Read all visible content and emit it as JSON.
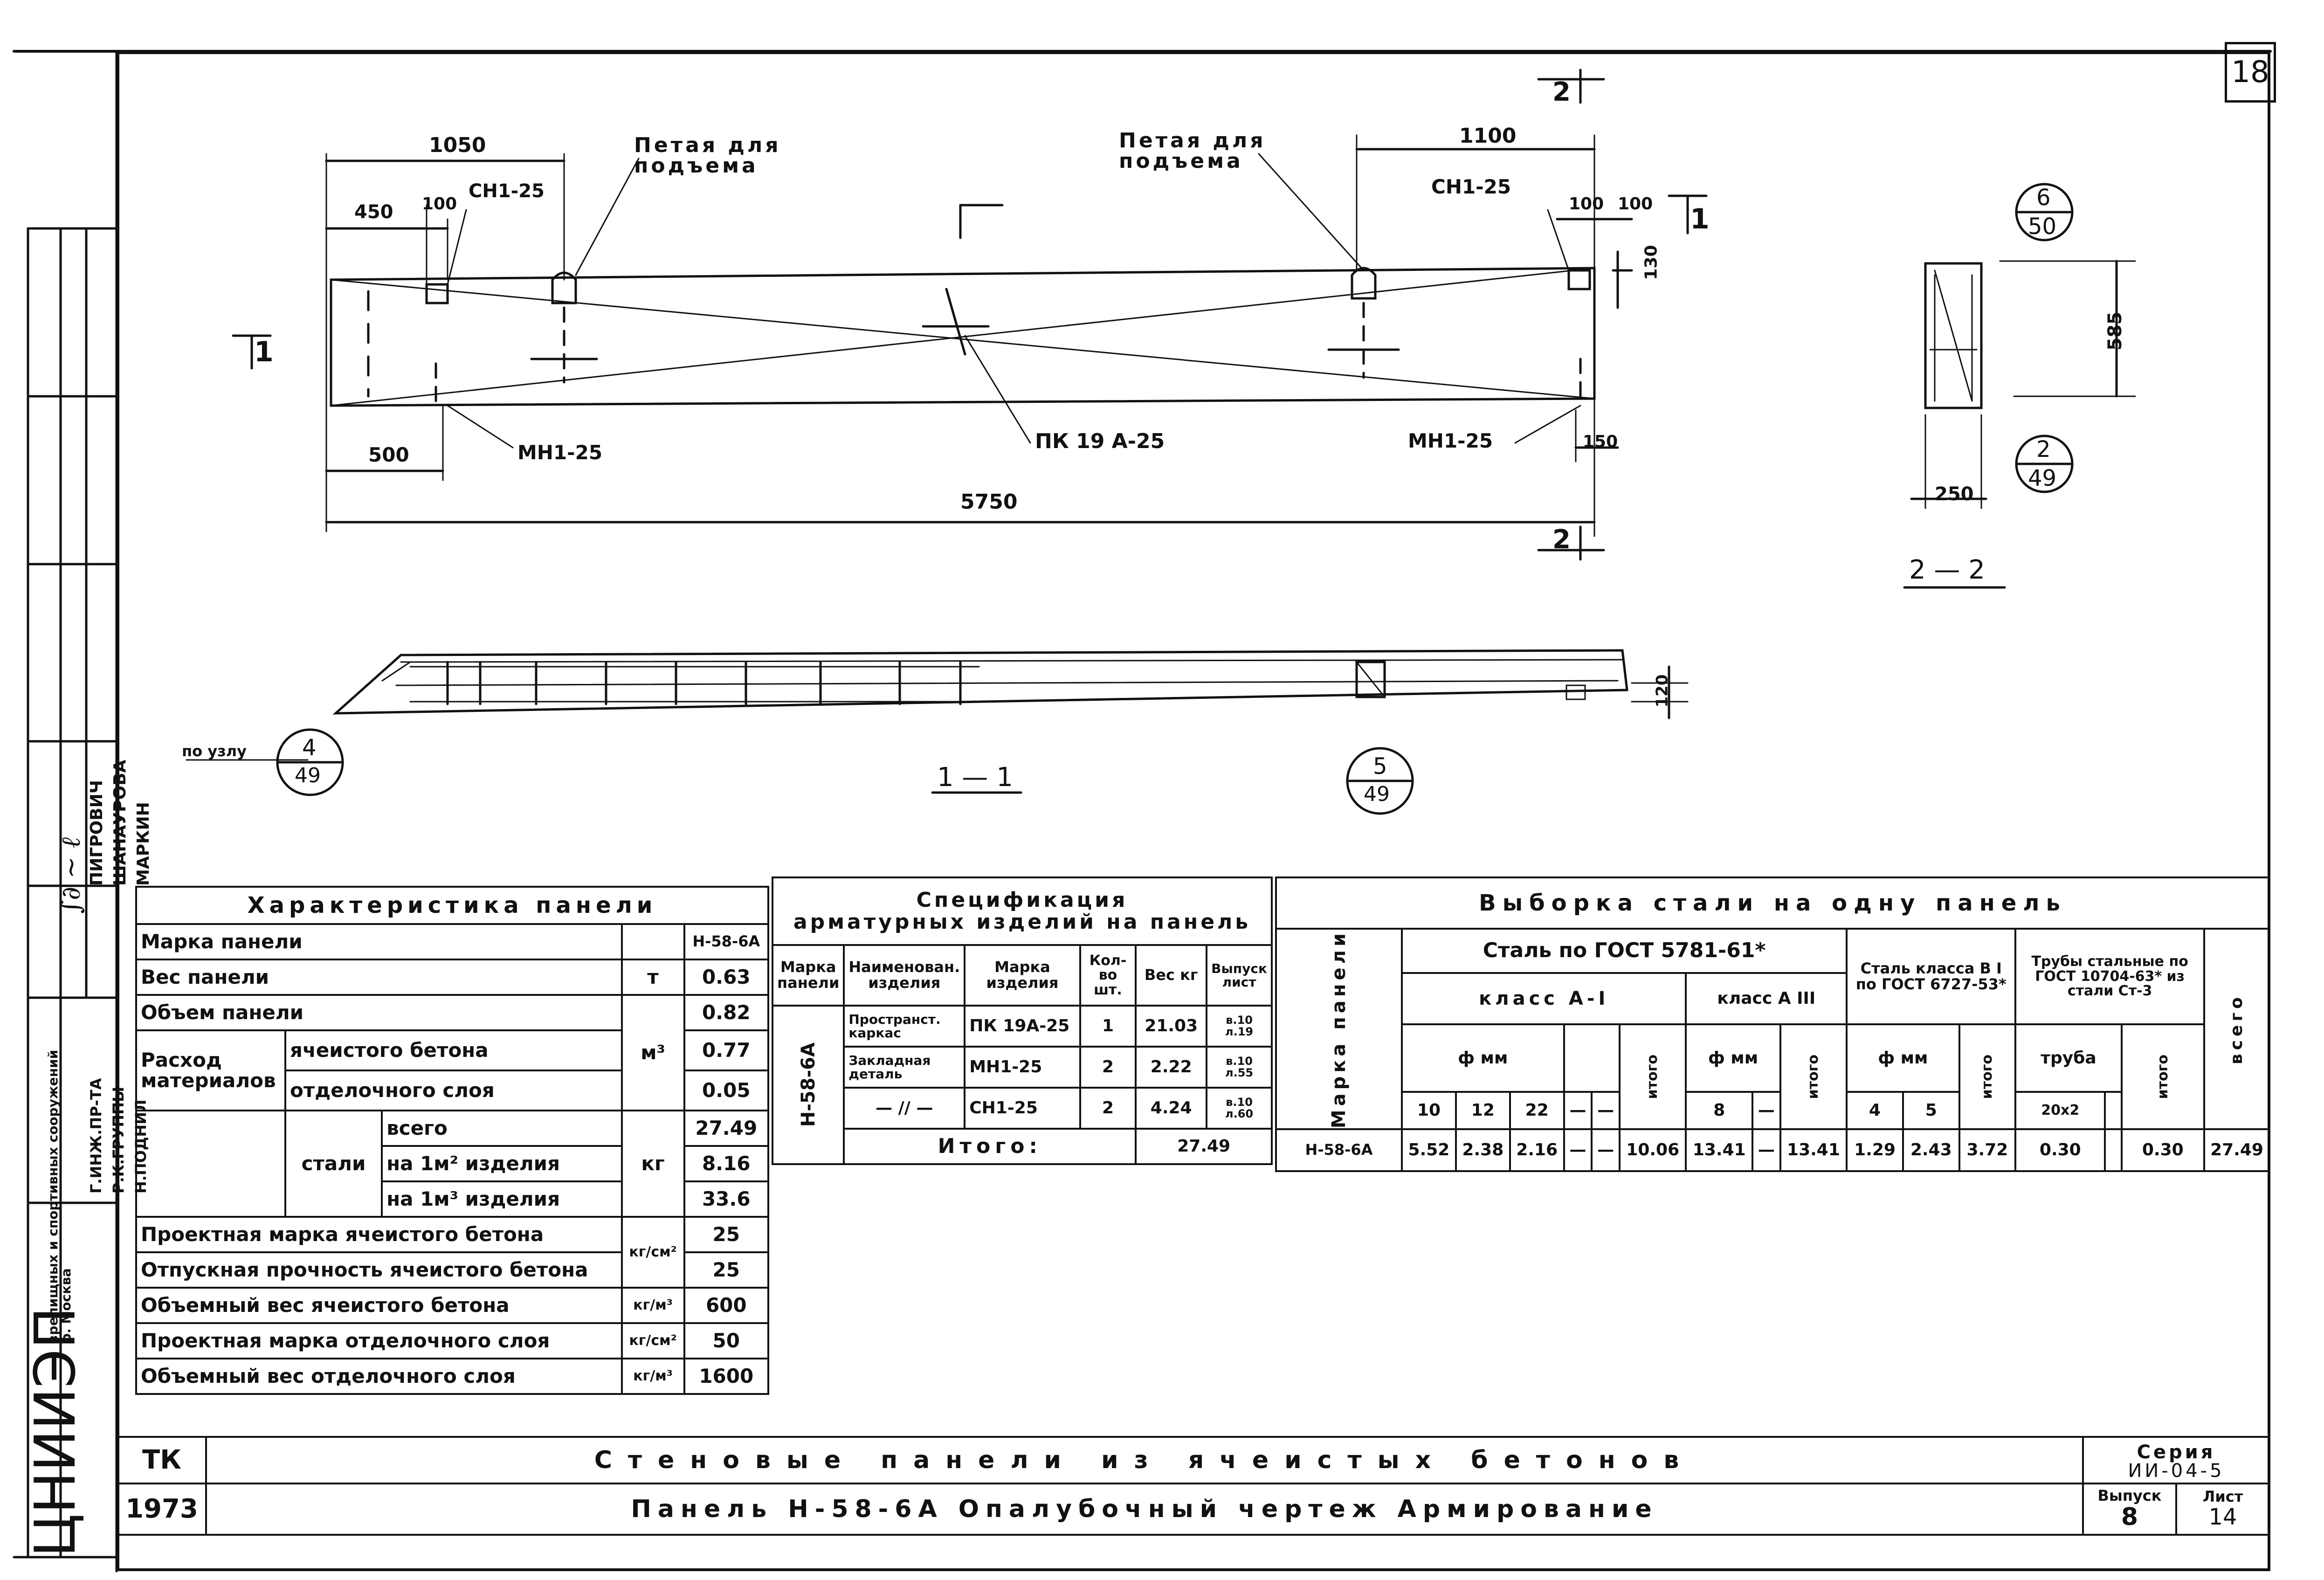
{
  "sheet": {
    "number": "18"
  },
  "plan": {
    "dims": {
      "d1050": "1050",
      "d450": "450",
      "d100a": "100",
      "d1100": "1100",
      "d100b": "100",
      "d100c": "100",
      "d130": "130",
      "d500": "500",
      "d150": "150",
      "d5750": "5750",
      "d120": "120"
    },
    "labels": {
      "petlya_left": "Петая для\nподъема",
      "petlya_right": "Петая для\nподъема",
      "sn_left": "СН1-25",
      "sn_right": "СН1-25",
      "mn_left": "МН1-25",
      "mn_right": "МН1-25",
      "pk": "ПК 19 А-25"
    },
    "section_marks": {
      "s1_left": "1",
      "s1_right": "1",
      "s2_top": "2",
      "s2_bottom": "2"
    }
  },
  "section_22": {
    "title": "2 — 2",
    "dim_585": "585",
    "dim_250": "250",
    "ref_top": {
      "num": "6",
      "den": "50"
    },
    "ref_bottom": {
      "num": "2",
      "den": "49"
    }
  },
  "section_11": {
    "title": "1 — 1",
    "node_label": "по узлу",
    "node_ref": {
      "num": "4",
      "den": "49"
    },
    "ref_5": {
      "num": "5",
      "den": "49"
    }
  },
  "signatures": {
    "roles": [
      "Г.ИНЖ.ПР-ТА",
      "Р.К.ГРУППЫ",
      "Н.ПОДНИЛ"
    ],
    "names": [
      "ПИГРОВИЧ",
      "ШАНАУРОВА",
      "МАРКИН"
    ],
    "org": "ЦНИИЭП",
    "org_sub": "зрелищных и спортивных сооружений\nр. Москва"
  },
  "characteristics": {
    "title": "Характеристика панели",
    "rows": [
      {
        "label": "Марка панели",
        "unit": "",
        "value": "Н-58-6А"
      },
      {
        "label": "Вес панели",
        "unit": "т",
        "value": "0.63"
      },
      {
        "label": "Объем панели",
        "unit": "",
        "value": "0.82"
      }
    ],
    "consumption_label": "Расход\nматериалов",
    "cons_rows": [
      {
        "sub": "ячеистого бетона",
        "unit": "м³",
        "value": "0.77"
      },
      {
        "sub": "отделочного слоя",
        "unit": "",
        "value": "0.05"
      }
    ],
    "steel_label": "стали",
    "steel_rows": [
      {
        "sub": "всего",
        "unit": "",
        "value": "27.49"
      },
      {
        "sub": "на 1м² изделия",
        "unit": "кг",
        "value": "8.16"
      },
      {
        "sub": "на 1м³ изделия",
        "unit": "",
        "value": "33.6"
      }
    ],
    "bottom_rows": [
      {
        "label": "Проектная марка ячеистого бетона",
        "unit": "кг/см²",
        "value": "25"
      },
      {
        "label": "Отпускная прочность ячеистого бетона",
        "unit": "",
        "value": "25"
      },
      {
        "label": "Объемный вес ячеистого бетона",
        "unit": "кг/м³",
        "value": "600"
      },
      {
        "label": "Проектная марка отделочного слоя",
        "unit": "кг/см²",
        "value": "50"
      },
      {
        "label": "Объемный вес отделочного слоя",
        "unit": "кг/м³",
        "value": "1600"
      }
    ]
  },
  "specification": {
    "title": "Спецификация\nарматурных изделий на панель",
    "headers": [
      "Марка панели",
      "Наименован. изделия",
      "Марка изделия",
      "Кол-во шт.",
      "Вес кг",
      "Выпуск лист"
    ],
    "panel_mark": "Н-58-6А",
    "rows": [
      {
        "name": "Пространст. каркас",
        "mark": "ПК 19А-25",
        "qty": "1",
        "weight": "21.03",
        "ref": "в.10 л.19"
      },
      {
        "name": "Закладная деталь",
        "mark": "МН1-25",
        "qty": "2",
        "weight": "2.22",
        "ref": "в.10 л.55"
      },
      {
        "name": "— // —",
        "mark": "СН1-25",
        "qty": "2",
        "weight": "4.24",
        "ref": "в.10 л.60"
      }
    ],
    "total_label": "Итого:",
    "total": "27.49"
  },
  "steel": {
    "title": "Выборка стали на одну панель",
    "h_mark": "Марка панели",
    "h_gost": "Сталь по ГОСТ 5781-61*",
    "h_class_a1": "класс А-I",
    "h_class_a3": "класс А III",
    "h_b1": "Сталь класса В I по ГОСТ 6727-53*",
    "h_pipes": "Трубы стальные по ГОСТ 10704-63* из стали Ст-3",
    "h_total": "всего",
    "h_dmm": "ф мм",
    "h_itogo": "итого",
    "h_truba": "труба",
    "diams_a1": [
      "10",
      "12",
      "22",
      "—",
      "—"
    ],
    "diams_a3": [
      "8",
      "—"
    ],
    "diams_b1": [
      "4",
      "5"
    ],
    "pipe_size": "20x2",
    "row": {
      "mark": "Н-58-6А",
      "a1": [
        "5.52",
        "2.38",
        "2.16",
        "—",
        "—"
      ],
      "a1_total": "10.06",
      "a3": [
        "13.41",
        "—"
      ],
      "a3_total": "13.41",
      "b1": [
        "1.29",
        "2.43"
      ],
      "b1_total": "3.72",
      "pipe": "0.30",
      "pipe_blank": "",
      "pipe_total": "0.30",
      "total": "27.49"
    }
  },
  "title_block": {
    "tk": "ТК",
    "year": "1973",
    "line1": "Стеновые панели из ячеистых бетонов",
    "line2": "Панель Н-58-6А  Опалубочный чертеж  Армирование",
    "series_label": "Серия",
    "series_value": "ИИ-04-5",
    "issue_label": "Выпуск",
    "issue_value": "8",
    "sheet_label": "Лист",
    "sheet_value": "14"
  }
}
